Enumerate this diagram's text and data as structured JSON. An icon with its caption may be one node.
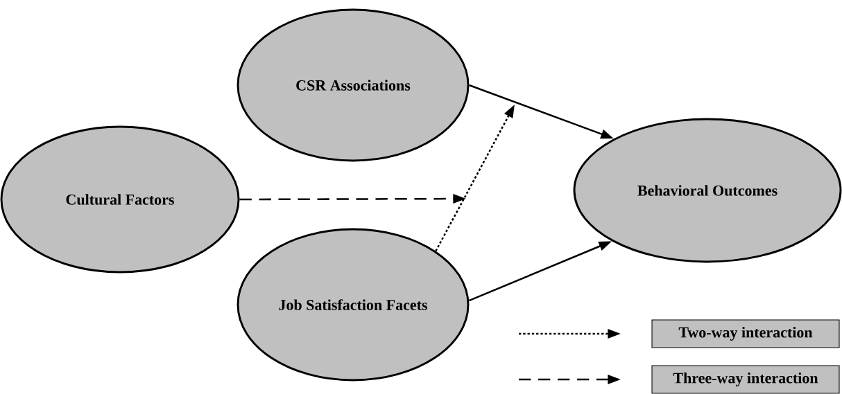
{
  "diagram": {
    "nodes": [
      {
        "text": [
          "CSR Associations"
        ]
      },
      {
        "text": [
          "Cultural Factors"
        ]
      },
      {
        "text": [
          "Behavioral Outcomes"
        ]
      },
      {
        "text": [
          "Job Satisfaction Facets"
        ]
      }
    ],
    "edges": [
      {
        "from": 0,
        "to": 2,
        "arrow": "to"
      },
      {
        "from": 3,
        "to": 2,
        "arrow": "to"
      },
      {
        "from": 3,
        "to": null,
        "arrow": "to",
        "style": "dashed"
      },
      {
        "from": 1,
        "to": null,
        "arrow": "to",
        "style": "dashed"
      }
    ],
    "legend": [
      {
        "text": "Two-way interaction"
      },
      {
        "text": "Three-way interaction"
      }
    ]
  }
}
